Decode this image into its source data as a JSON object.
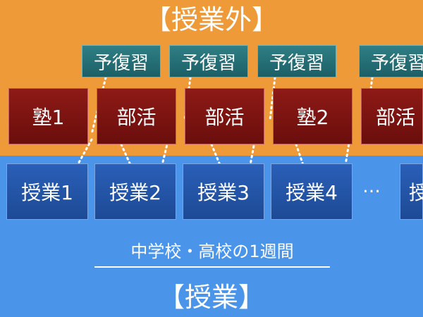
{
  "diagram": {
    "top_title": "【授業外】",
    "bottom_title": "【授業】",
    "subtitle": "中学校・高校の1週間",
    "prep_label": "予復習",
    "activities": [
      "塾1",
      "部活",
      "部活",
      "塾2",
      "部活"
    ],
    "classes": [
      "授業1",
      "授業2",
      "授業3",
      "授業4",
      "授"
    ],
    "ellipsis": "…",
    "colors": {
      "top_band": "#ef9a38",
      "bottom_band": "#4a95ea",
      "prep": "#27707a",
      "activity": "#7d1410",
      "class": "#2456a8"
    }
  }
}
